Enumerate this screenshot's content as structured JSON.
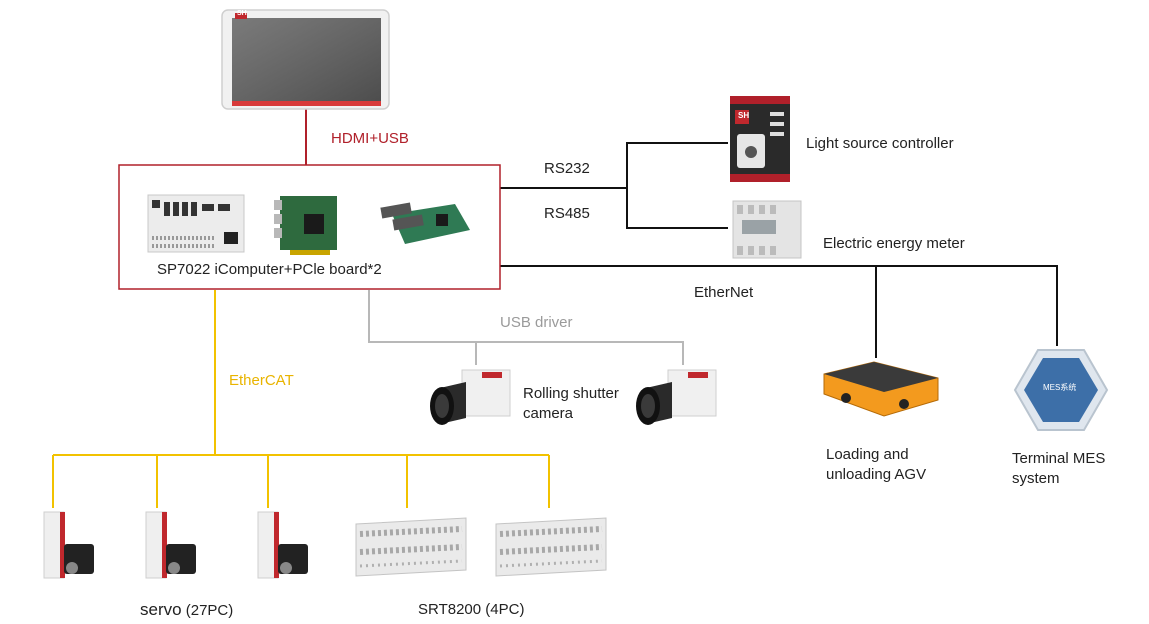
{
  "labels": {
    "hdmi_usb": "HDMI+USB",
    "rs232": "RS232",
    "rs485": "RS485",
    "light_source": "Light source controller",
    "energy_meter": "Electric energy meter",
    "computer": "SP7022 iComputer+PCle board*2",
    "ethernet": "EtherNet",
    "usb_driver": "USB driver",
    "camera_line1": "Rolling shutter",
    "camera_line2": "camera",
    "ethercat": "EtherCAT",
    "agv_line1": "Loading and",
    "agv_line2": "unloading AGV",
    "mes_line1": "Terminal MES",
    "mes_line2": "system",
    "mes_badge": "MES系统",
    "servo_name": "servo",
    "servo_qty": "(27PC)",
    "srt_name": "SRT8200",
    "srt_qty": "(4PC)",
    "logo": "SH"
  },
  "colors": {
    "hdmi_line": "#b0202a",
    "computer_border": "#b0202a",
    "serial_line": "#111111",
    "ethernet_line": "#111111",
    "usb_line": "#b8b8b8",
    "ethercat_line": "#f2c200",
    "agv_body": "#f39a1e",
    "mes_hex": "#3d6fa8"
  },
  "nodes": [
    "touch-panel",
    "industrial-computer",
    "light-source-controller",
    "electric-energy-meter",
    "rolling-shutter-camera",
    "agv",
    "mes-terminal",
    "servo-drive",
    "srt8200-io"
  ]
}
